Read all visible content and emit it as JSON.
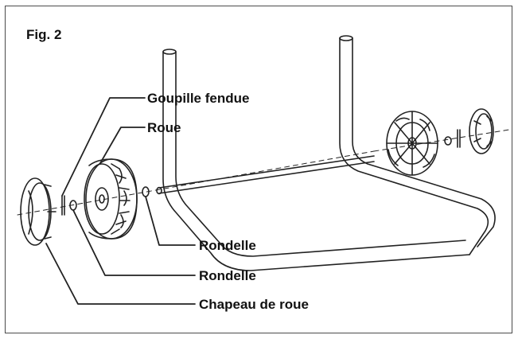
{
  "figure": {
    "title": "Fig. 2",
    "labels": {
      "cotter_pin": "Goupille fendue",
      "wheel": "Roue",
      "washer_inner": "Rondelle",
      "washer_outer": "Rondelle",
      "wheel_cap": "Chapeau de roue"
    }
  },
  "colors": {
    "line": "#222222",
    "frame": "#4a4a4a",
    "background": "#ffffff"
  }
}
